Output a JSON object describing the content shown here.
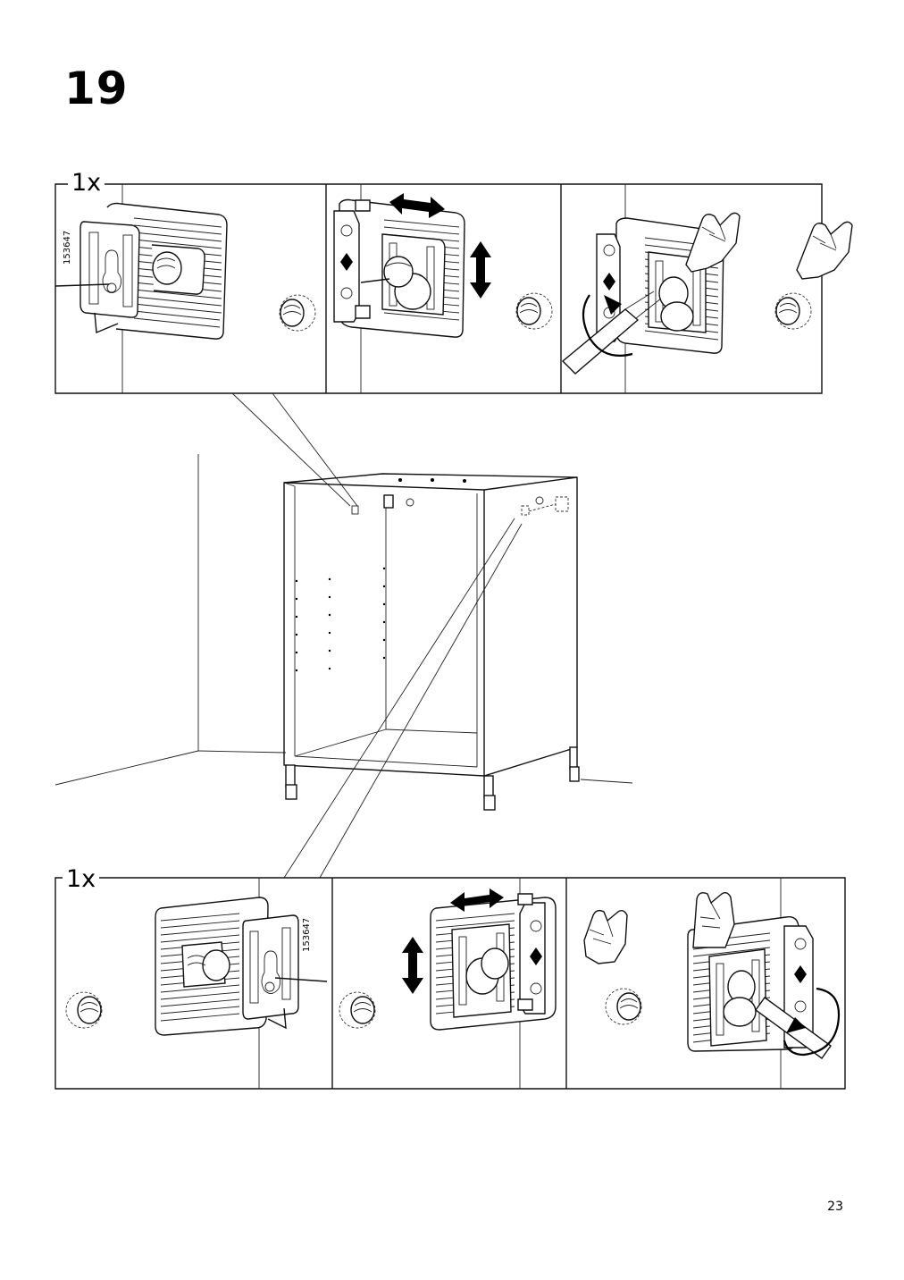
{
  "step": {
    "number": "19"
  },
  "top_row": {
    "quantity": "1x",
    "part_number": "153647"
  },
  "bottom_row": {
    "quantity": "1x",
    "part_number": "153647"
  },
  "page": {
    "number": "23"
  }
}
